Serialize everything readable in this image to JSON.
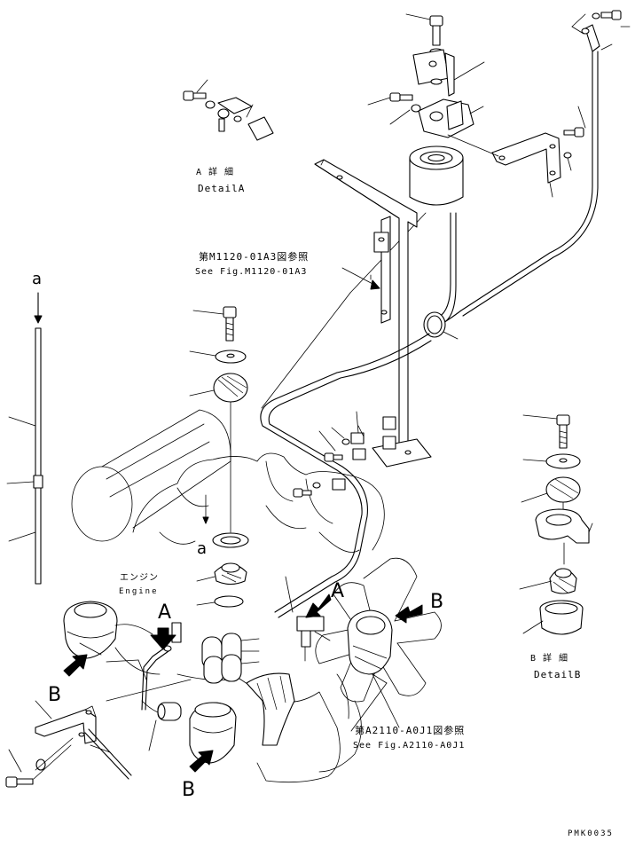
{
  "labels": {
    "detail_a_jp": "A 詳 細",
    "detail_a_en": "DetailA",
    "detail_b_jp": "B 詳 細",
    "detail_b_en": "DetailB",
    "ref_top_jp": "第M1120-01A3図参照",
    "ref_top_en": "See Fig.M1120-01A3",
    "ref_bottom_jp": "第A2110-A0J1図参照",
    "ref_bottom_en": "See Fig.A2110-A0J1",
    "engine_jp": "エンジン",
    "engine_en": "Engine",
    "callout_a_lower": "a",
    "callout_A": "A",
    "callout_B": "B",
    "callout_a_upper": "a",
    "page_code": "PMK0035"
  }
}
